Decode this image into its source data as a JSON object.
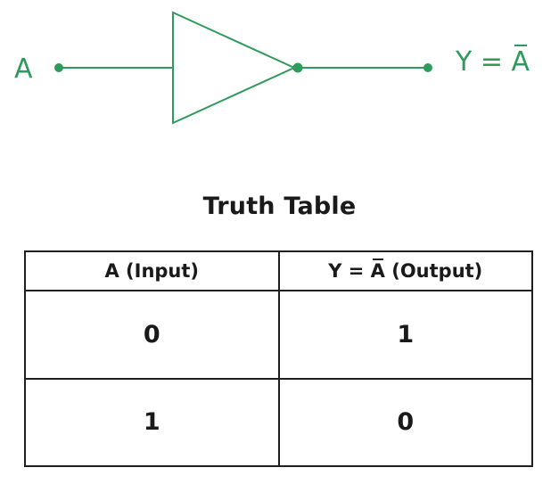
{
  "diagram": {
    "input_label": "A",
    "output_label_prefix": "Y = ",
    "output_label_var": "A",
    "accent_color": "#2e9a5c"
  },
  "truth_table": {
    "title": "Truth Table",
    "headers": {
      "input": "A (Input)",
      "output_prefix": "Y = ",
      "output_var": "A",
      "output_suffix": " (Output)"
    },
    "rows": [
      {
        "input": "0",
        "output": "1"
      },
      {
        "input": "1",
        "output": "0"
      }
    ]
  }
}
